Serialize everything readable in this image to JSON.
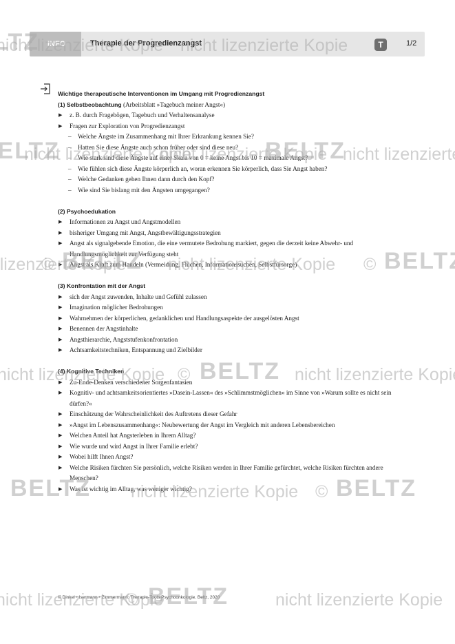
{
  "header": {
    "tab_label": "INFO",
    "title": "Therapie der Progredienzangst",
    "badge": "T",
    "page": "1/2"
  },
  "content": {
    "heading": "Wichtige therapeutische Interventionen im Umgang mit Progredienzangst",
    "s1_title": "(1) Selbstbeobachtung",
    "s1_title_rest": " (Arbeitsblatt »Tagebuch meiner Angst«)",
    "s1_items": [
      "z. B. durch Fragebögen, Tagebuch und Verhaltensanalyse",
      "Fragen zur Exploration von Progredienzangst"
    ],
    "s1_subitems": [
      "Welche Ängste im Zusammenhang mit Ihrer Erkrankung kennen Sie?",
      "Hatten Sie diese Ängste auch schon früher oder sind diese neu?",
      "Wie stark sind diese Ängste auf einer Skala von 0 = keine Angst bis 10 = maximale Angst?",
      "Wie fühlen sich diese Ängste körperlich an, woran erkennen Sie körperlich, dass Sie Angst haben?",
      "Welche Gedanken gehen Ihnen dann durch den Kopf?",
      "Wie sind Sie bislang mit den Ängsten umgegangen?"
    ],
    "s2_title": "(2) Psychoedukation",
    "s2_items": [
      "Informationen zu Angst und Angstmodellen",
      "bisheriger Umgang mit Angst, Angstbewältigungsstrategien",
      "Angst als signalgebende Emotion, die eine vermutete Bedrohung markiert, gegen die derzeit keine Abwehr- und Handlungsmöglichkeit zur Verfügung steht",
      "Angst als Kraft zum Handeln (Vermeidung, Flüchen, Informationssuchen, Selbstfürsorge)"
    ],
    "s3_title": "(3) Konfrontation mit der Angst",
    "s3_items": [
      "sich der Angst zuwenden, Inhalte und Gefühl zulassen",
      "Imagination möglicher Bedrohungen",
      "Wahrnehmen der körperlichen, gedanklichen und Handlungsaspekte der ausgelösten Angst",
      "Benennen der Angstinhalte",
      "Angsthierarchie, Angststufenkonfrontation",
      "Achtsamkeitstechniken, Entspannung und Zielbilder"
    ],
    "s4_title": "(4) Kognitive Techniken",
    "s4_items": [
      "Zu-Ende-Denken verschiedener Sorgenfantasien",
      "Kognitiv- und achtsamkeitsorientiertes »Dasein-Lassen« des »Schlimmstmöglichen« im Sinne von »Warum sollte es nicht sein dürfen?«",
      "Einschätzung der Wahrscheinlichkeit des Auftretens dieser Gefahr",
      "»Angst im Lebenszusammenhang«: Neubewertung der Angst im Vergleich mit anderen Lebensbereichen",
      "Welchen Anteil hat Angsterleben in Ihrem Alltag?",
      "Wie wurde und wird Angst in Ihrer Familie erlebt?",
      "Wobei hilft Ihnen Angst?",
      "Welche Risiken fürchten Sie persönlich, welche Risiken werden in Ihrer Familie gefürchtet, welche Risiken fürchten andere Menschen?",
      "Was ist wichtig im Alltag, was weniger wichtig?"
    ]
  },
  "footer": "© Dinkel • Isermann • Zimmermann: Therapie-Tools Psychoonkologie. Beltz, 2020",
  "watermark": {
    "text": "nicht lizenzierte Kopie",
    "brand": "BELTZ",
    "copyright": "©"
  },
  "colors": {
    "header_bar": "#e6e6e6",
    "info_tab": "#bdbdbd",
    "badge": "#6e6e6e"
  }
}
